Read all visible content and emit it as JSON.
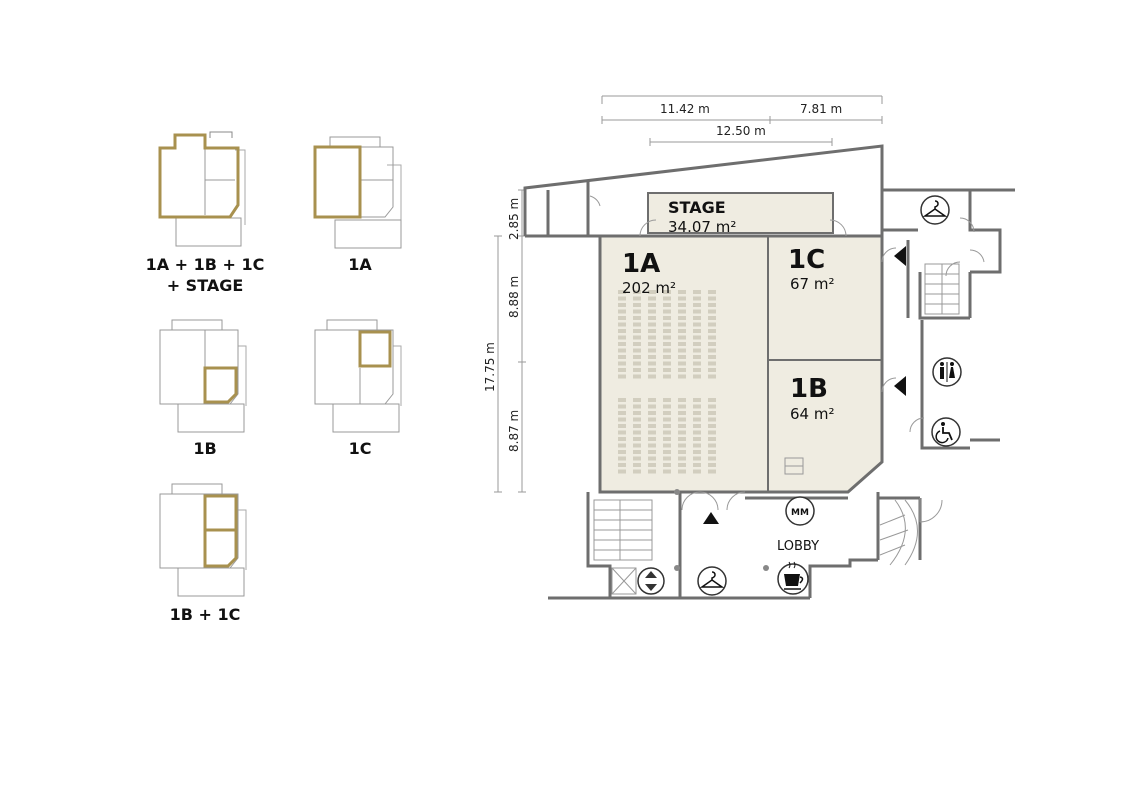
{
  "layouts": [
    {
      "label_line1": "1A + 1B + 1C",
      "label_line2": "+ STAGE",
      "highlight": "all"
    },
    {
      "label_line1": "1A",
      "label_line2": "",
      "highlight": "1A"
    },
    {
      "label_line1": "1B",
      "label_line2": "",
      "highlight": "1B"
    },
    {
      "label_line1": "1C",
      "label_line2": "",
      "highlight": "1C"
    },
    {
      "label_line1": "1B + 1C",
      "label_line2": "",
      "highlight": "1B+1C"
    }
  ],
  "dimensions": {
    "top_left": "11.42 m",
    "top_right": "7.81 m",
    "top_middle": "12.50 m",
    "left_stage": "2.85 m",
    "left_upper": "8.88 m",
    "left_lower": "8.87 m",
    "left_total": "17.75 m"
  },
  "rooms": {
    "stage": {
      "name": "STAGE",
      "area": "34.07 m²"
    },
    "r1a": {
      "name": "1A",
      "area": "202 m²"
    },
    "r1c": {
      "name": "1C",
      "area": "67 m²"
    },
    "r1b": {
      "name": "1B",
      "area": "64 m²"
    },
    "lobby": {
      "name": "LOBBY"
    }
  },
  "symbols": {
    "meeting_point": "MM"
  },
  "icons": [
    "cloakroom-icon",
    "toilet-icon",
    "accessible-toilet-icon",
    "elevator-icon",
    "coffee-icon",
    "entrance-arrow-icon"
  ],
  "colors": {
    "highlight": "#a8914f",
    "room_fill": "#efece1",
    "wall": "#6e6e6e",
    "seat": "#d2cebf"
  }
}
